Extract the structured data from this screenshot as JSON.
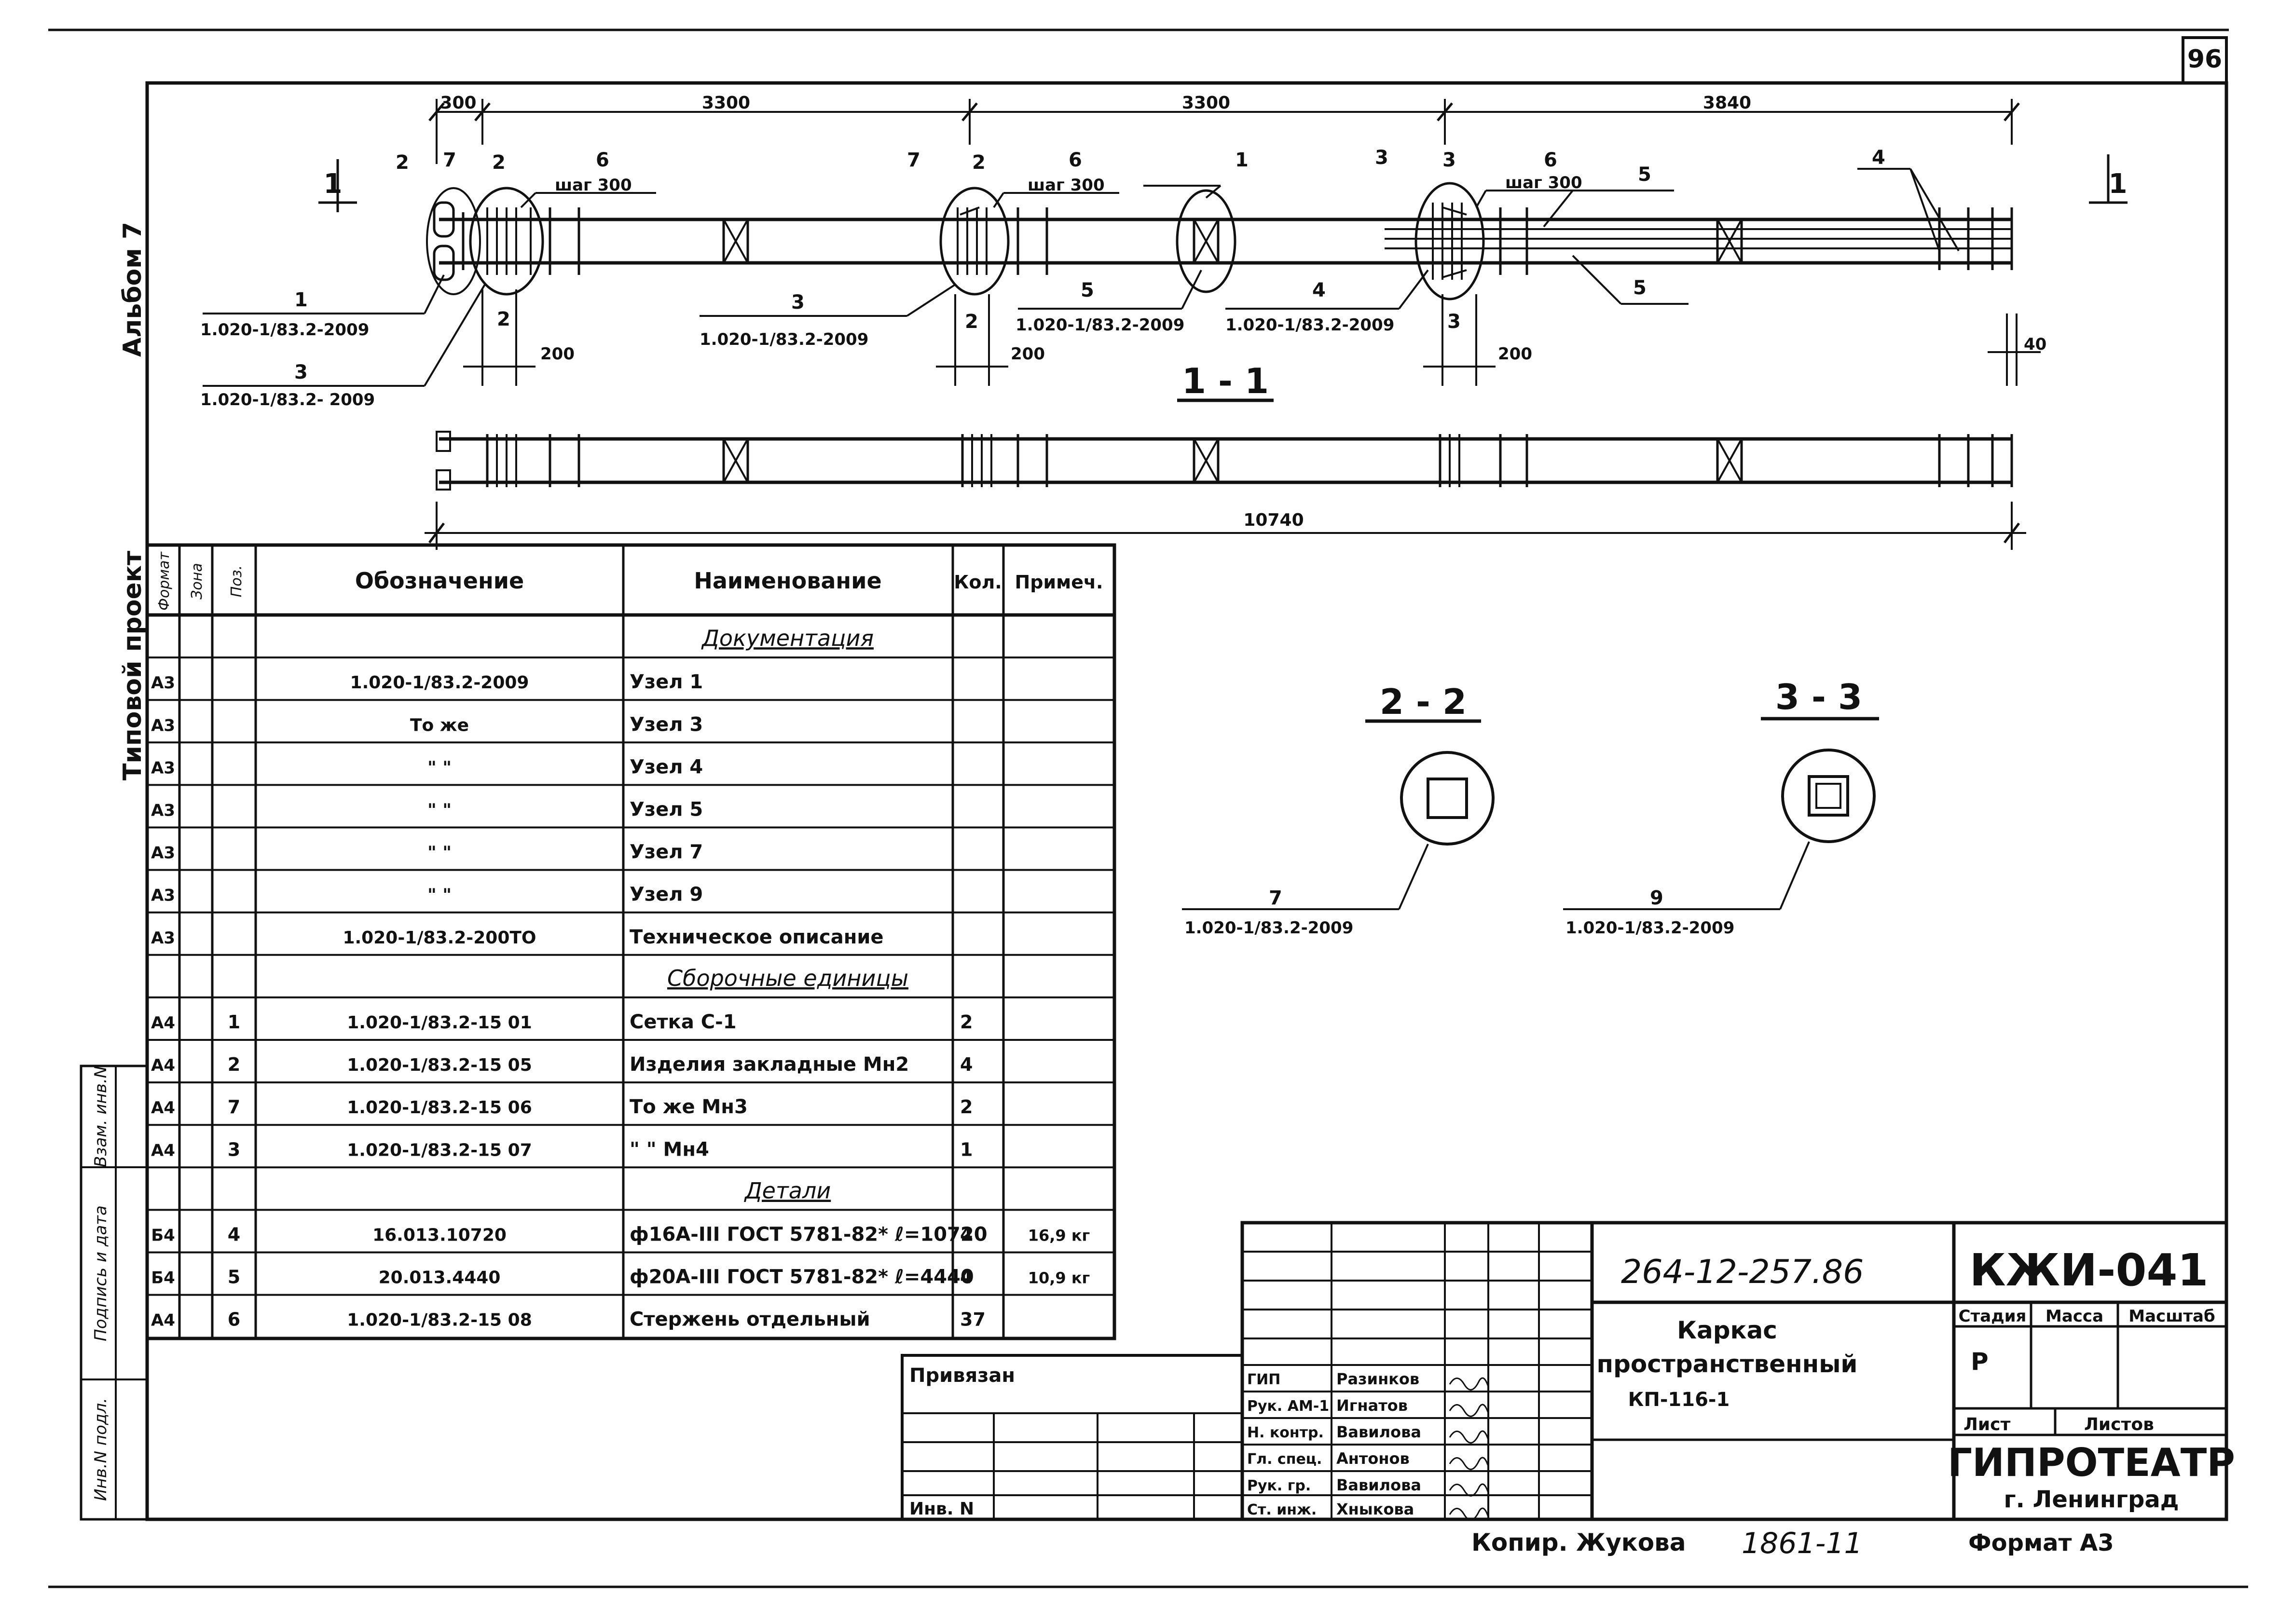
{
  "sheet_number": "96",
  "side_labels": {
    "album": "Альбом 7",
    "project": "Типовой проект",
    "stamp_1": "Взам. инв.N",
    "stamp_2": "Подпись и дата",
    "stamp_3": "Инв.N подл."
  },
  "drawing": {
    "dims_top": [
      "300",
      "3300",
      "3300",
      "3840"
    ],
    "total_length": "10740",
    "dim_200": "200",
    "dim_40": "40",
    "section_label": "1 - 1",
    "section_marker": "1",
    "pitch": "шаг 300",
    "pos_labels": {
      "p1": "1",
      "p2": "2",
      "p3": "3",
      "p4": "4",
      "p5": "5",
      "p6": "6",
      "p7": "7",
      "p9": "9"
    },
    "refs": {
      "ref_1": "1.020-1/83.2-2009",
      "ref_3": "1.020-1/83.2- 2009",
      "ref_5": "1.020-1/83.2-2009",
      "ref_4": "1.020-1/83.2-2009"
    }
  },
  "sections": {
    "s22": {
      "title": "2 - 2",
      "pos": "7",
      "ref": "1.020-1/83.2-2009"
    },
    "s33": {
      "title": "3 - 3",
      "pos": "9",
      "ref": "1.020-1/83.2-2009"
    }
  },
  "spec": {
    "headers": {
      "format": "Формат",
      "zone": "Зона",
      "pos": "Поз.",
      "designation": "Обозначение",
      "name": "Наименование",
      "qty": "Кол.",
      "note": "Примеч."
    },
    "rows": [
      {
        "format": "",
        "zone": "",
        "pos": "",
        "designation": "",
        "name": "Документация",
        "qty": "",
        "note": "",
        "heading": true
      },
      {
        "format": "A3",
        "zone": "",
        "pos": "",
        "designation": "1.020-1/83.2-2009",
        "name": "Узел 1",
        "qty": "",
        "note": ""
      },
      {
        "format": "A3",
        "zone": "",
        "pos": "",
        "designation": "То же",
        "name": "Узел 3",
        "qty": "",
        "note": ""
      },
      {
        "format": "A3",
        "zone": "",
        "pos": "",
        "designation": "\"      \"",
        "name": "Узел 4",
        "qty": "",
        "note": ""
      },
      {
        "format": "A3",
        "zone": "",
        "pos": "",
        "designation": "\"      \"",
        "name": "Узел 5",
        "qty": "",
        "note": ""
      },
      {
        "format": "A3",
        "zone": "",
        "pos": "",
        "designation": "\"      \"",
        "name": "Узел 7",
        "qty": "",
        "note": ""
      },
      {
        "format": "A3",
        "zone": "",
        "pos": "",
        "designation": "\"      \"",
        "name": "Узел 9",
        "qty": "",
        "note": ""
      },
      {
        "format": "A3",
        "zone": "",
        "pos": "",
        "designation": "1.020-1/83.2-200ТО",
        "name": "Техническое описание",
        "qty": "",
        "note": ""
      },
      {
        "format": "",
        "zone": "",
        "pos": "",
        "designation": "",
        "name": "Сборочные единицы",
        "qty": "",
        "note": "",
        "heading": true
      },
      {
        "format": "A4",
        "zone": "",
        "pos": "1",
        "designation": "1.020-1/83.2-15 01",
        "name": "Сетка С-1",
        "qty": "2",
        "note": ""
      },
      {
        "format": "A4",
        "zone": "",
        "pos": "2",
        "designation": "1.020-1/83.2-15 05",
        "name": "Изделия закладные Мн2",
        "qty": "4",
        "note": ""
      },
      {
        "format": "A4",
        "zone": "",
        "pos": "7",
        "designation": "1.020-1/83.2-15 06",
        "name": "То же                  Мн3",
        "qty": "2",
        "note": ""
      },
      {
        "format": "A4",
        "zone": "",
        "pos": "3",
        "designation": "1.020-1/83.2-15 07",
        "name": "\"      \"               Мн4",
        "qty": "1",
        "note": ""
      },
      {
        "format": "",
        "zone": "",
        "pos": "",
        "designation": "",
        "name": "Детали",
        "qty": "",
        "note": "",
        "heading": true
      },
      {
        "format": "Б4",
        "zone": "",
        "pos": "4",
        "designation": "16.013.10720",
        "name": "ф16A-III ГОСТ 5781-82* ℓ=10720",
        "qty": "4",
        "note": "16,9 кг"
      },
      {
        "format": "Б4",
        "zone": "",
        "pos": "5",
        "designation": "20.013.4440",
        "name": "ф20A-III ГОСТ 5781-82* ℓ=4440",
        "qty": "4",
        "note": "10,9 кг"
      },
      {
        "format": "A4",
        "zone": "",
        "pos": "6",
        "designation": "1.020-1/83.2-15 08",
        "name": "Стержень отдельный",
        "qty": "37",
        "note": ""
      }
    ]
  },
  "title_block": {
    "project_code": "264-12-257.86",
    "doc_code": "КЖИ-041",
    "title_lines": [
      "Каркас",
      "пространственный",
      "КП-116-1"
    ],
    "stage_label": "Стадия",
    "mass_label": "Масса",
    "scale_label": "Масштаб",
    "stage_value": "Р",
    "sheet_label": "Лист",
    "sheets_label": "Листов",
    "org": "ГИПРОТЕАТР",
    "city": "г. Ленинград",
    "bound_label": "Привязан",
    "inv_label": "Инв. N",
    "staff": [
      {
        "role": "ГИП",
        "name": "Разинков"
      },
      {
        "role": "Рук. AM-1",
        "name": "Игнатов"
      },
      {
        "role": "Н. контр.",
        "name": "Вавилова"
      },
      {
        "role": "Гл. спец.",
        "name": "Антонов"
      },
      {
        "role": "Рук. гр.",
        "name": "Вавилова"
      },
      {
        "role": "Ст. инж.",
        "name": "Хныкова"
      }
    ]
  },
  "footer": {
    "copied": "Копир. Жукова",
    "number": "1861-11",
    "format": "Формат A3"
  }
}
